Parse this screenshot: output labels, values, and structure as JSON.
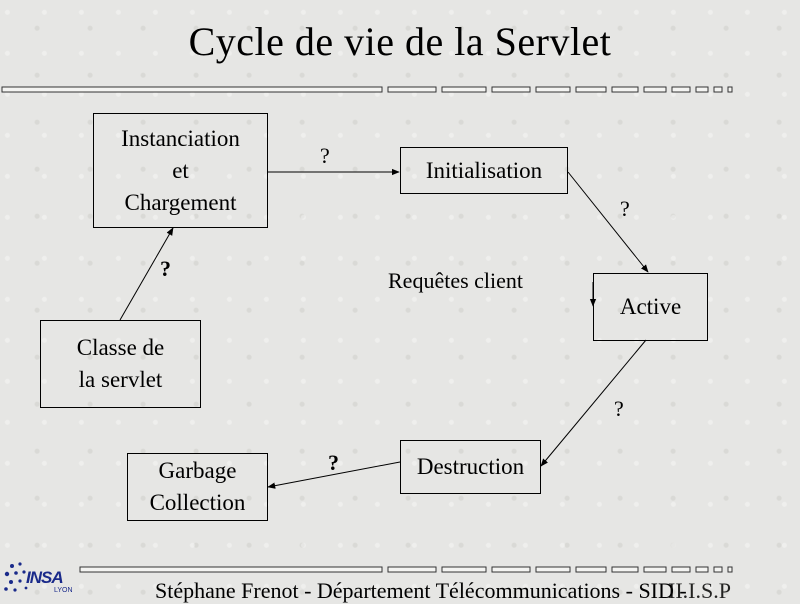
{
  "slide": {
    "title": "Cycle de vie de la Servlet",
    "footer": "Stéphane Frenot - Département Télécommunications - SID -",
    "footer_overlap": "II.I.S.P"
  },
  "nodes": {
    "instanciation": "Instanciation\net\nChargement",
    "initialisation": "Initialisation",
    "active": "Active",
    "destruction": "Destruction",
    "garbage": "Garbage\nCollection",
    "classe": "Classe de\nla servlet"
  },
  "labels": {
    "q_inst_init": "?",
    "q_init_active": "?",
    "q_active_destr": "?",
    "q_destr_garbage": "?",
    "q_classe_inst": "?",
    "requetes": "Requêtes client"
  },
  "logo": {
    "name": "INSA",
    "sub": "LYON"
  }
}
